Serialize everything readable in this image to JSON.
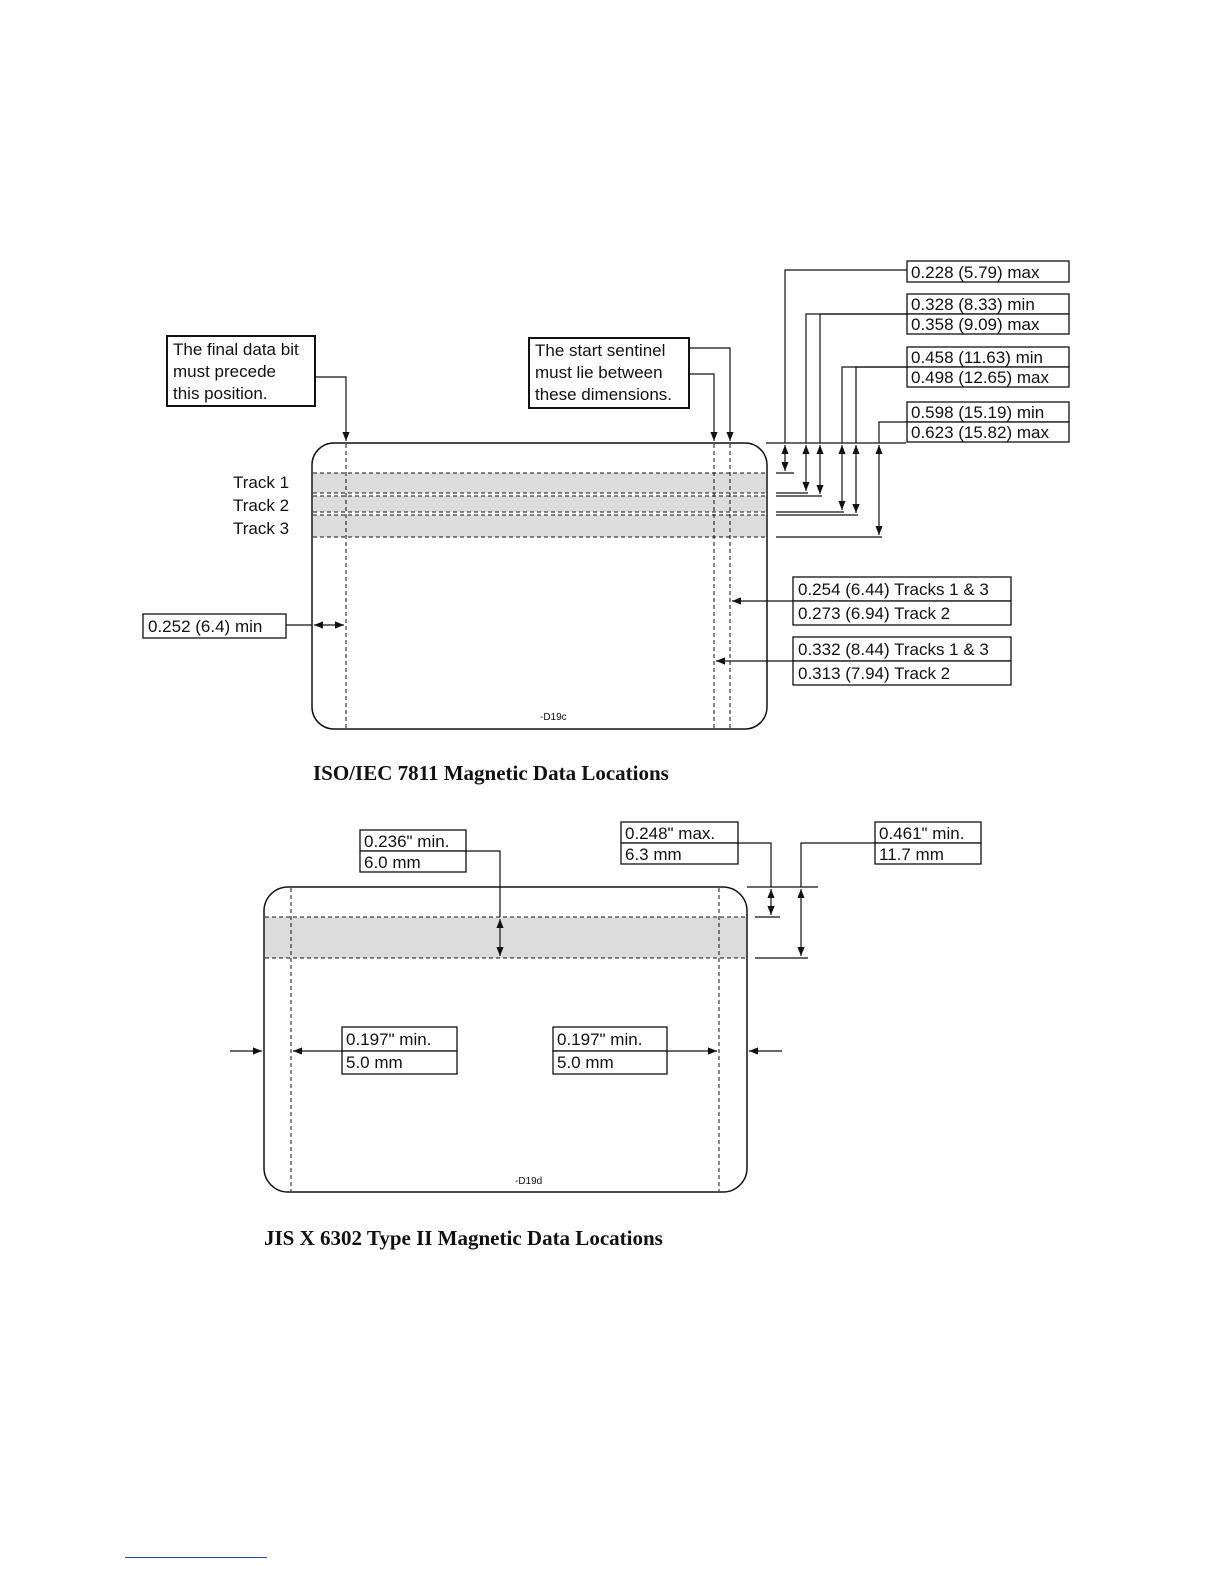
{
  "figure1": {
    "caption": "ISO/IEC 7811 Magnetic Data Locations",
    "code": "-D19c",
    "tracks": [
      "Track 1",
      "Track 2",
      "Track 3"
    ],
    "note_final_bit": [
      "The final data bit",
      "must precede",
      "this position."
    ],
    "note_start_sentinel": [
      "The start sentinel",
      "must lie between",
      "these dimensions."
    ],
    "dim_left": "0.252 (6.4) min",
    "dims_top": [
      [
        "0.228 (5.79) max"
      ],
      [
        "0.328 (8.33) min",
        "0.358 (9.09) max"
      ],
      [
        "0.458 (11.63) min",
        "0.498 (12.65) max"
      ],
      [
        "0.598 (15.19) min",
        "0.623 (15.82) max"
      ]
    ],
    "dims_right": [
      [
        "0.254 (6.44) Tracks 1 & 3",
        "0.273 (6.94) Track 2"
      ],
      [
        "0.332 (8.44) Tracks 1 & 3",
        "0.313 (7.94) Track 2"
      ]
    ]
  },
  "figure2": {
    "caption": "JIS X 6302 Type II Magnetic Data Locations",
    "code": "-D19d",
    "dim_band": [
      "0.236\" min.",
      "6.0 mm"
    ],
    "dim_top_max": [
      "0.248\" max.",
      "6.3 mm"
    ],
    "dim_top_min": [
      "0.461\" min.",
      "11.7 mm"
    ],
    "dim_left": [
      "0.197\" min.",
      "5.0 mm"
    ],
    "dim_right": [
      "0.197\" min.",
      "5.0 mm"
    ]
  }
}
